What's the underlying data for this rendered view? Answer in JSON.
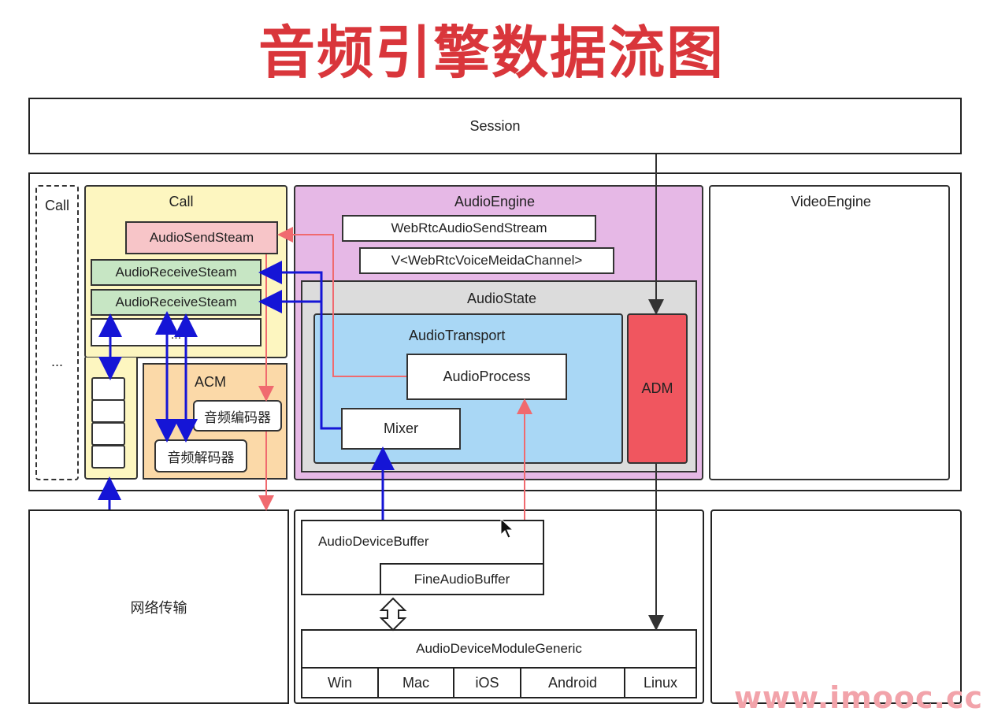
{
  "title": "音频引擎数据流图",
  "session": "Session",
  "call_dashed": {
    "label": "Call",
    "ellipsis": "..."
  },
  "call": {
    "label": "Call",
    "send_stream": "AudioSendSteam",
    "receive_stream_1": "AudioReceiveSteam",
    "receive_stream_2": "AudioReceiveSteam",
    "more": "..."
  },
  "acm": {
    "label": "ACM",
    "encoder": "音频编码器",
    "decoder": "音频解码器"
  },
  "audio_engine": {
    "label": "AudioEngine",
    "send_stream": "WebRtcAudioSendStream",
    "voice_channel": "V<WebRtcVoiceMeidaChannel>"
  },
  "audio_state": {
    "label": "AudioState",
    "transport": "AudioTransport",
    "process": "AudioProcess",
    "mixer": "Mixer",
    "adm": "ADM"
  },
  "video_engine": "VideoEngine",
  "network": "网络传输",
  "device": {
    "buffer": "AudioDeviceBuffer",
    "fine_buffer": "FineAudioBuffer",
    "module": "AudioDeviceModuleGeneric",
    "platforms": [
      "Win",
      "Mac",
      "iOS",
      "Android",
      "Linux"
    ]
  },
  "watermark": "www.imooc.cc",
  "colors": {
    "title": "#d9363b",
    "call_bg": "#fdf6c0",
    "acm_bg": "#fbd9a8",
    "engine_bg": "#e6b8e6",
    "state_bg": "#dcdcdc",
    "transport_bg": "#a9d7f5",
    "adm_bg": "#f0565f",
    "send_bg": "#f7c5c8",
    "receive_bg": "#c7e6c4",
    "arrow_blue": "#1515d6",
    "arrow_red": "#f06a6f",
    "arrow_dark": "#333333"
  }
}
